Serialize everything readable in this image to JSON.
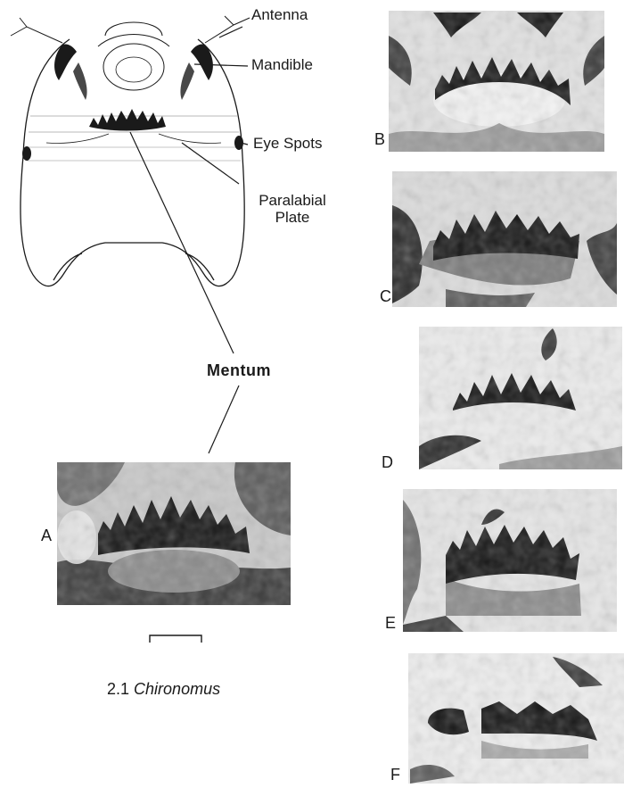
{
  "figure": {
    "caption_number": "2.1",
    "caption_genus": "Chironomus",
    "callouts": {
      "antenna": "Antenna",
      "mandible": "Mandible",
      "eye_spots": "Eye Spots",
      "paralabial_plate_line1": "Paralabial",
      "paralabial_plate_line2": "Plate",
      "mentum": "Mentum"
    },
    "panels": [
      "A",
      "B",
      "C",
      "D",
      "E",
      "F"
    ]
  },
  "colors": {
    "ink": "#1a1a1a",
    "photo_dark": "#141414",
    "photo_mid": "#6e6e6e",
    "photo_light": "#c8c8c8"
  }
}
